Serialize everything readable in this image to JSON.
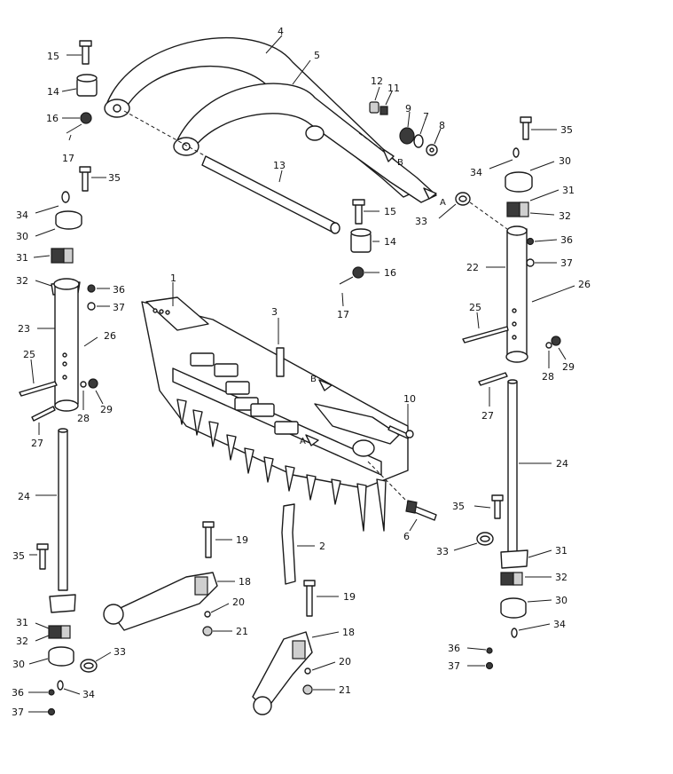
{
  "diagram": {
    "callouts": [
      {
        "id": "c4",
        "text": "4"
      },
      {
        "id": "c5",
        "text": "5"
      },
      {
        "id": "c15a",
        "text": "15"
      },
      {
        "id": "c14a",
        "text": "14"
      },
      {
        "id": "c16a",
        "text": "16"
      },
      {
        "id": "c17a",
        "text": "17"
      },
      {
        "id": "c12",
        "text": "12"
      },
      {
        "id": "c11",
        "text": "11"
      },
      {
        "id": "c9",
        "text": "9"
      },
      {
        "id": "c7",
        "text": "7"
      },
      {
        "id": "c8",
        "text": "8"
      },
      {
        "id": "c13",
        "text": "13"
      },
      {
        "id": "c35a",
        "text": "35"
      },
      {
        "id": "c34a",
        "text": "34"
      },
      {
        "id": "c30a",
        "text": "30"
      },
      {
        "id": "c31a",
        "text": "31"
      },
      {
        "id": "c32a",
        "text": "32"
      },
      {
        "id": "c36a",
        "text": "36"
      },
      {
        "id": "c37a",
        "text": "37"
      },
      {
        "id": "c23",
        "text": "23"
      },
      {
        "id": "c26a",
        "text": "26"
      },
      {
        "id": "c25a",
        "text": "25"
      },
      {
        "id": "c28a",
        "text": "28"
      },
      {
        "id": "c29a",
        "text": "29"
      },
      {
        "id": "c27a",
        "text": "27"
      },
      {
        "id": "c24a",
        "text": "24"
      },
      {
        "id": "c35b",
        "text": "35"
      },
      {
        "id": "c31b",
        "text": "31"
      },
      {
        "id": "c32b",
        "text": "32"
      },
      {
        "id": "c30b",
        "text": "30"
      },
      {
        "id": "c33a",
        "text": "33"
      },
      {
        "id": "c34b",
        "text": "34"
      },
      {
        "id": "c36b",
        "text": "36"
      },
      {
        "id": "c37b",
        "text": "37"
      },
      {
        "id": "c15b",
        "text": "15"
      },
      {
        "id": "c14b",
        "text": "14"
      },
      {
        "id": "c16b",
        "text": "16"
      },
      {
        "id": "c17b",
        "text": "17"
      },
      {
        "id": "c1",
        "text": "1"
      },
      {
        "id": "c3",
        "text": "3"
      },
      {
        "id": "c10",
        "text": "10"
      },
      {
        "id": "c6",
        "text": "6"
      },
      {
        "id": "c2",
        "text": "2"
      },
      {
        "id": "c19a",
        "text": "19"
      },
      {
        "id": "c18a",
        "text": "18"
      },
      {
        "id": "c20a",
        "text": "20"
      },
      {
        "id": "c21a",
        "text": "21"
      },
      {
        "id": "c19b",
        "text": "19"
      },
      {
        "id": "c18b",
        "text": "18"
      },
      {
        "id": "c20b",
        "text": "20"
      },
      {
        "id": "c21b",
        "text": "21"
      },
      {
        "id": "c35c",
        "text": "35"
      },
      {
        "id": "c34c",
        "text": "34"
      },
      {
        "id": "c30c",
        "text": "30"
      },
      {
        "id": "c31c",
        "text": "31"
      },
      {
        "id": "c32c",
        "text": "32"
      },
      {
        "id": "c33b",
        "text": "33"
      },
      {
        "id": "c36c",
        "text": "36"
      },
      {
        "id": "c37c",
        "text": "37"
      },
      {
        "id": "c22",
        "text": "22"
      },
      {
        "id": "c26b",
        "text": "26"
      },
      {
        "id": "c25b",
        "text": "25"
      },
      {
        "id": "c28b",
        "text": "28"
      },
      {
        "id": "c29b",
        "text": "29"
      },
      {
        "id": "c27b",
        "text": "27"
      },
      {
        "id": "c24b",
        "text": "24"
      },
      {
        "id": "c35d",
        "text": "35"
      },
      {
        "id": "c31d",
        "text": "31"
      },
      {
        "id": "c32d",
        "text": "32"
      },
      {
        "id": "c30d",
        "text": "30"
      },
      {
        "id": "c34d",
        "text": "34"
      },
      {
        "id": "c36d",
        "text": "36"
      },
      {
        "id": "c37d",
        "text": "37"
      },
      {
        "id": "c33c",
        "text": "33"
      }
    ],
    "markers": [
      {
        "id": "mB1",
        "text": "B"
      },
      {
        "id": "mA1",
        "text": "A"
      },
      {
        "id": "mB2",
        "text": "B"
      },
      {
        "id": "mA2",
        "text": "A"
      }
    ]
  }
}
